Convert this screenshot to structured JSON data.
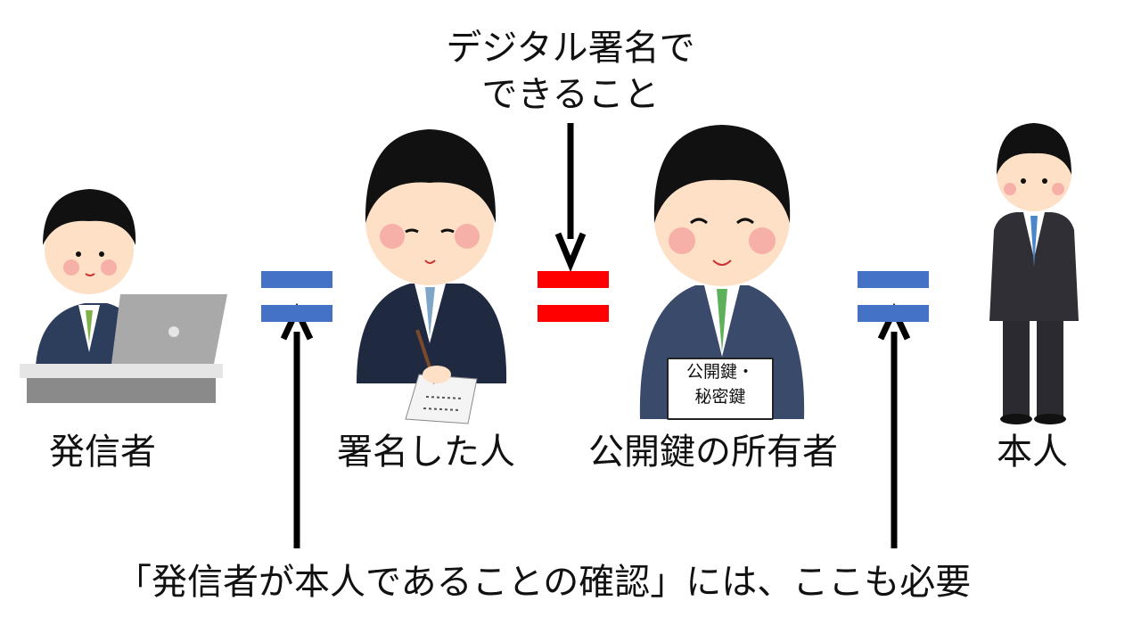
{
  "title_line1": "デジタル署名で",
  "title_line2": "できること",
  "labels": {
    "sender": "発信者",
    "signer": "署名した人",
    "key_owner": "公開鍵の所有者",
    "person": "本人"
  },
  "card": {
    "line1": "公開鍵・",
    "line2": "秘密鍵"
  },
  "bottom_text": "「発信者が本人であることの確認」には、ここも必要",
  "colors": {
    "equal_blue": "#4472C4",
    "equal_red": "#FF0000",
    "arrow": "#000000"
  }
}
